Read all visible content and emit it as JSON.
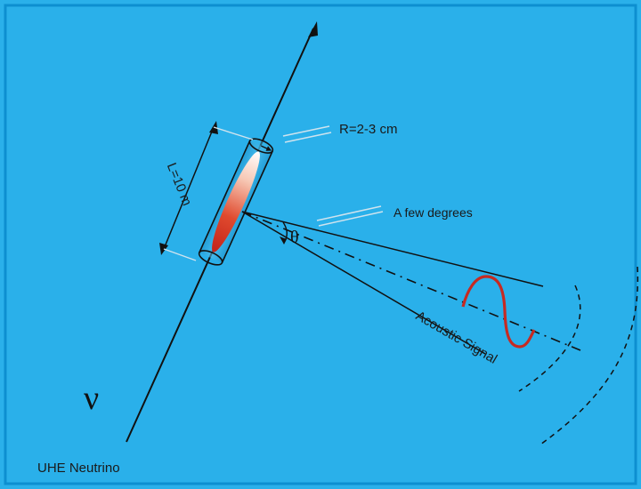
{
  "labels": {
    "radius": "R=2-3 cm",
    "length": "L=10 m",
    "angle_note": "A few degrees",
    "theta": "θ",
    "signal": "Acoustic Signal",
    "nu": "ν",
    "neutrino": "UHE Neutrino"
  },
  "colors": {
    "background": "#2ab0ea",
    "frame": "#0d8fd0",
    "shower": "#d8321e",
    "wave": "#c62a22",
    "line": "#111111",
    "leader": "#cfe3ee"
  }
}
